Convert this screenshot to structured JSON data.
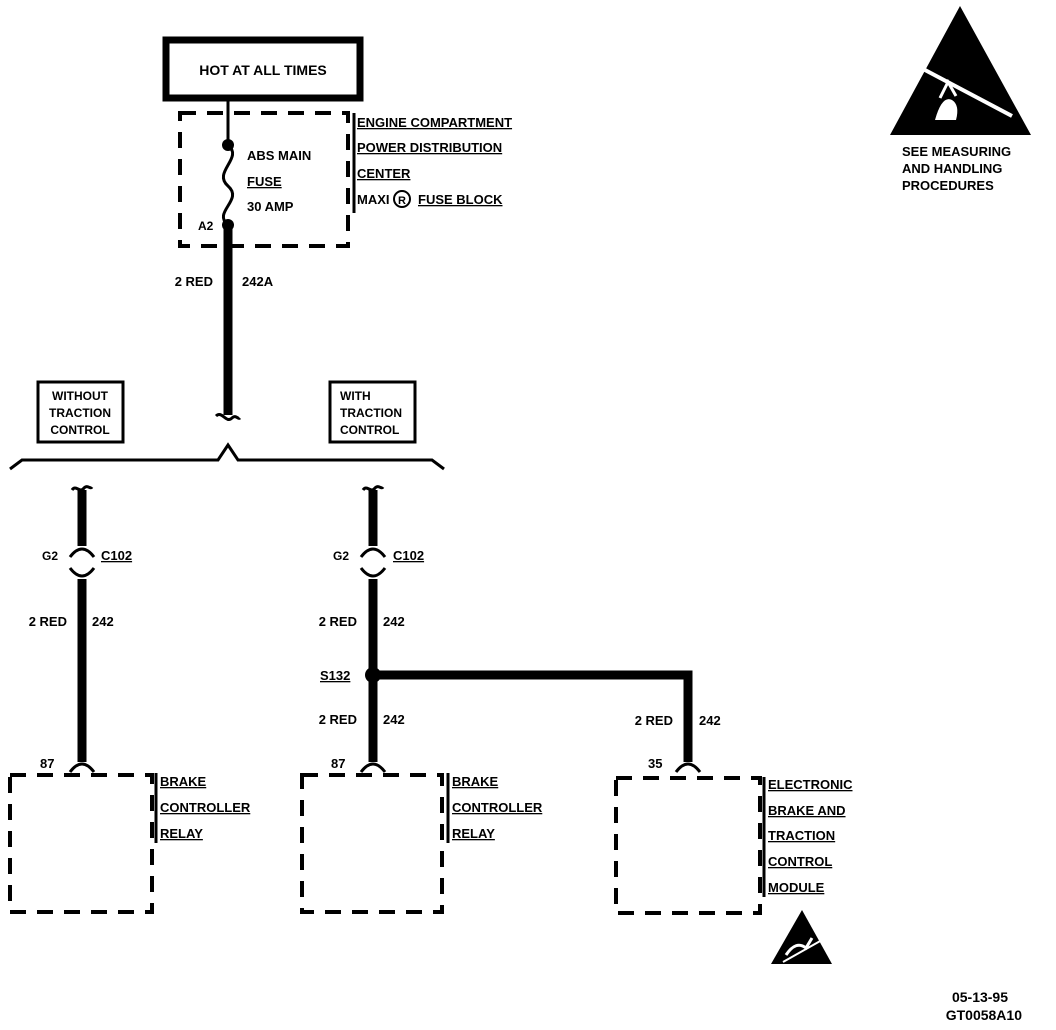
{
  "power_source": {
    "label": "HOT AT ALL TIMES"
  },
  "fuse": {
    "name_line1": "ABS MAIN",
    "name_line2": "FUSE",
    "rating": "30 AMP",
    "terminal": "A2",
    "location_lines": [
      "ENGINE COMPARTMENT",
      "POWER DISTRIBUTION",
      "CENTER",
      "MAXI",
      "FUSE BLOCK"
    ],
    "registered_mark": "R"
  },
  "feed_wire": {
    "gauge_color": "2 RED",
    "circuit": "242A"
  },
  "options": {
    "without": [
      "WITHOUT",
      "TRACTION",
      "CONTROL"
    ],
    "with": [
      "WITH",
      "TRACTION",
      "CONTROL"
    ]
  },
  "connectors": {
    "left": {
      "pin": "G2",
      "name": "C102"
    },
    "middle": {
      "pin": "G2",
      "name": "C102"
    }
  },
  "wires": {
    "left": {
      "gauge_color": "2 RED",
      "circuit": "242"
    },
    "middle_upper": {
      "gauge_color": "2 RED",
      "circuit": "242"
    },
    "middle_lower": {
      "gauge_color": "2 RED",
      "circuit": "242"
    },
    "right": {
      "gauge_color": "2 RED",
      "circuit": "242"
    }
  },
  "splice": {
    "label": "S132"
  },
  "components": {
    "left": {
      "pin": "87",
      "lines": [
        "BRAKE",
        "CONTROLLER",
        "RELAY"
      ]
    },
    "middle": {
      "pin": "87",
      "lines": [
        "BRAKE",
        "CONTROLLER",
        "RELAY"
      ]
    },
    "right": {
      "pin": "35",
      "lines": [
        "ELECTRONIC",
        "BRAKE AND",
        "TRACTION",
        "CONTROL",
        "MODULE"
      ]
    }
  },
  "esd_notice": {
    "lines": [
      "SEE MEASURING",
      "AND HANDLING",
      "PROCEDURES"
    ]
  },
  "footer": {
    "date": "05-13-95",
    "figure_id": "GT0058A10"
  }
}
